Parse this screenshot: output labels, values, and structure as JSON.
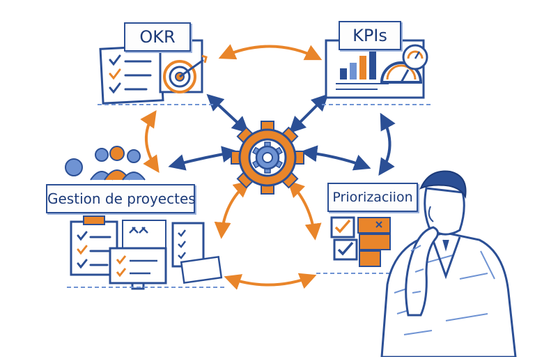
{
  "nodes": {
    "okr": {
      "label": "OKR"
    },
    "kpis": {
      "label": "KPIs"
    },
    "gestion": {
      "label": "Gestion de proyectes"
    },
    "priorizacion": {
      "label": "Priorizaciion"
    }
  },
  "colors": {
    "blue": "#2b4f95",
    "light_blue": "#6f93d3",
    "orange": "#e9852a",
    "ink": "#1c3a78"
  },
  "icons": [
    "checklist-icon",
    "target-icon",
    "bar-chart-icon",
    "gauge-icon",
    "gear-icon",
    "team-icon",
    "clipboard-icon",
    "monitor-icon",
    "checkbox-stack-icon",
    "person-thinking-icon"
  ]
}
